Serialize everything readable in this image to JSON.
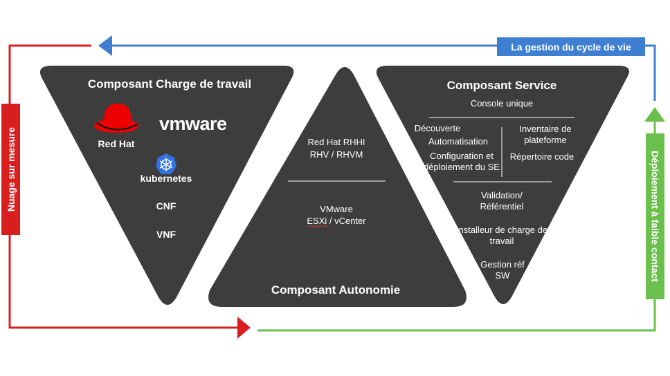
{
  "colors": {
    "panel": "#3d3d3d",
    "red": "#d91e1e",
    "blue": "#3f7fd1",
    "green": "#6ac04a"
  },
  "loop": {
    "top_label": "La gestion du cycle de vie",
    "left_label": "Nuage sur mesure",
    "right_label": "Déploiement à faible contact"
  },
  "workload": {
    "title": "Composant Charge de travail",
    "redhat_logo": "Red Hat",
    "vmware_logo": "vmware",
    "kubernetes_logo": "kubernetes",
    "item_cnf": "CNF",
    "item_vnf": "VNF"
  },
  "autonomy": {
    "line1": "Red Hat RHHI",
    "line2": "RHV / RHVM",
    "line3": "VMware",
    "line4_esxi": "ESXi",
    "line4_rest": " / vCenter",
    "title": "Composant Autonomie"
  },
  "service": {
    "title": "Composant Service",
    "subtitle": "Console unique",
    "left_col": {
      "discovery": "Découverte",
      "automation": "Automatisation",
      "config": "Configuration et déploiement du SE"
    },
    "right_col": {
      "inventory": "Inventaire de plateforme",
      "repo": "Répertoire code"
    },
    "validation": "Validation/ Référentiel",
    "installer": "Installeur de charge de travail",
    "sw": "Gestion réf SW"
  }
}
